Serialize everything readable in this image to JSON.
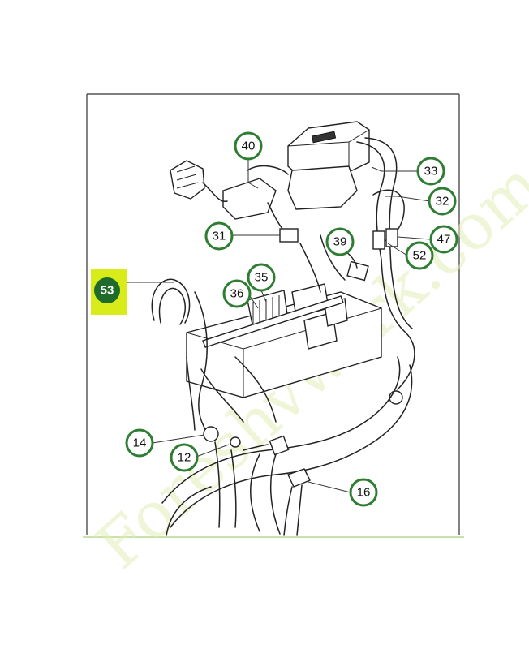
{
  "watermark": {
    "text": "Foreshvwerk.com"
  },
  "callouts": [
    {
      "id": "c40",
      "label": "40"
    },
    {
      "id": "c33",
      "label": "33"
    },
    {
      "id": "c32",
      "label": "32"
    },
    {
      "id": "c31",
      "label": "31"
    },
    {
      "id": "c39",
      "label": "39"
    },
    {
      "id": "c47",
      "label": "47"
    },
    {
      "id": "c52",
      "label": "52"
    },
    {
      "id": "c35",
      "label": "35"
    },
    {
      "id": "c36",
      "label": "36"
    },
    {
      "id": "c53",
      "label": "53"
    },
    {
      "id": "c14",
      "label": "14"
    },
    {
      "id": "c12",
      "label": "12"
    },
    {
      "id": "c16",
      "label": "16"
    }
  ],
  "colors": {
    "ring": "#2e7d32",
    "highlight_bg": "#d8ec1a",
    "highlight_circle": "#1f6b2a",
    "watermark": "#dfe9b0"
  },
  "icons": {
    "highlight": "highlight-marker"
  }
}
